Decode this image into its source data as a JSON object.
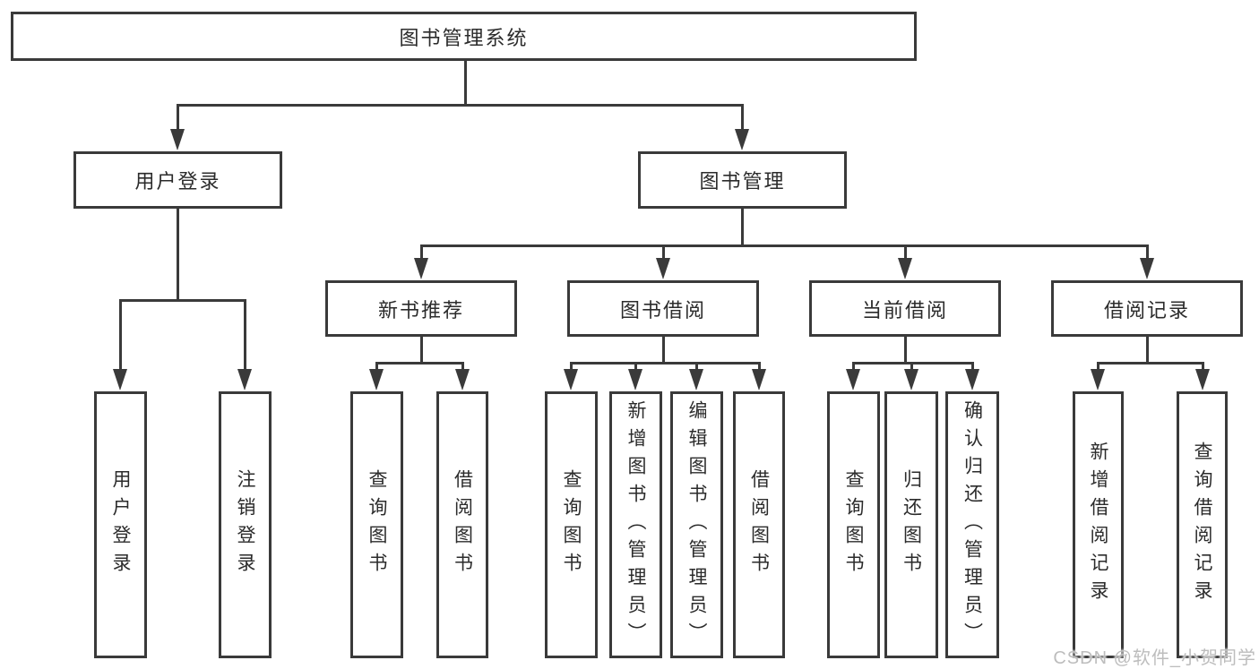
{
  "colors": {
    "line": "#3a3a3a",
    "text": "#2b2b2b",
    "watermark": "#bdbdbd",
    "background": "#ffffff"
  },
  "watermark": {
    "text": "CSDN @软件_小贺同学"
  },
  "nodes": {
    "root": "图书管理系统",
    "user_login": "用户登录",
    "book_mgmt": "图书管理",
    "new_book_rec": "新书推荐",
    "book_borrow": "图书借阅",
    "current_borrow": "当前借阅",
    "borrow_record": "借阅记录",
    "leaves": {
      "user_login_items": [
        "用户登录",
        "注销登录"
      ],
      "new_book_rec_items": [
        "查询图书",
        "借阅图书"
      ],
      "book_borrow_items": [
        "查询图书",
        "新增图书（管理员）",
        "编辑图书（管理员）",
        "借阅图书"
      ],
      "current_borrow_items": [
        "查询图书",
        "归还图书",
        "确认归还（管理员）"
      ],
      "borrow_record_items": [
        "新增借阅记录",
        "查询借阅记录"
      ]
    }
  }
}
